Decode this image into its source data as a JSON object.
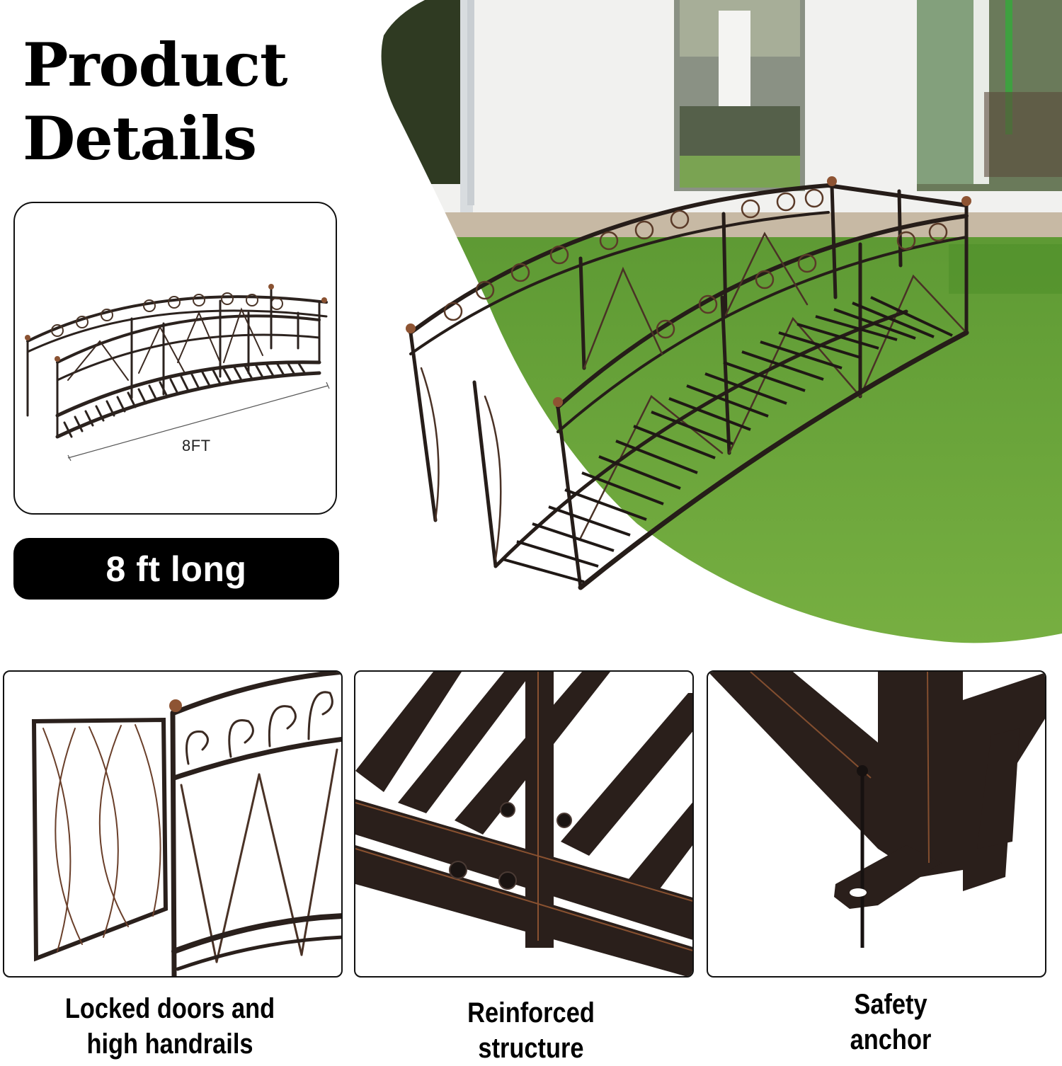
{
  "header": {
    "title_line1": "Product",
    "title_line2": "Details"
  },
  "dimension_card": {
    "measurement_label": "8FT"
  },
  "length_badge": {
    "label": "8 ft long"
  },
  "hero": {
    "subject": "arched metal garden bridge on lawn",
    "colors": {
      "grass": "#6fa83a",
      "wall": "#f2f2f0",
      "metal": "#2a211d",
      "bronze_accent": "#9a5a32"
    }
  },
  "features": [
    {
      "caption_line1": "Locked doors and",
      "caption_line2": "high handrails"
    },
    {
      "caption_line1": "Reinforced",
      "caption_line2": "structure"
    },
    {
      "caption_line1": "Safety",
      "caption_line2": "anchor"
    }
  ]
}
